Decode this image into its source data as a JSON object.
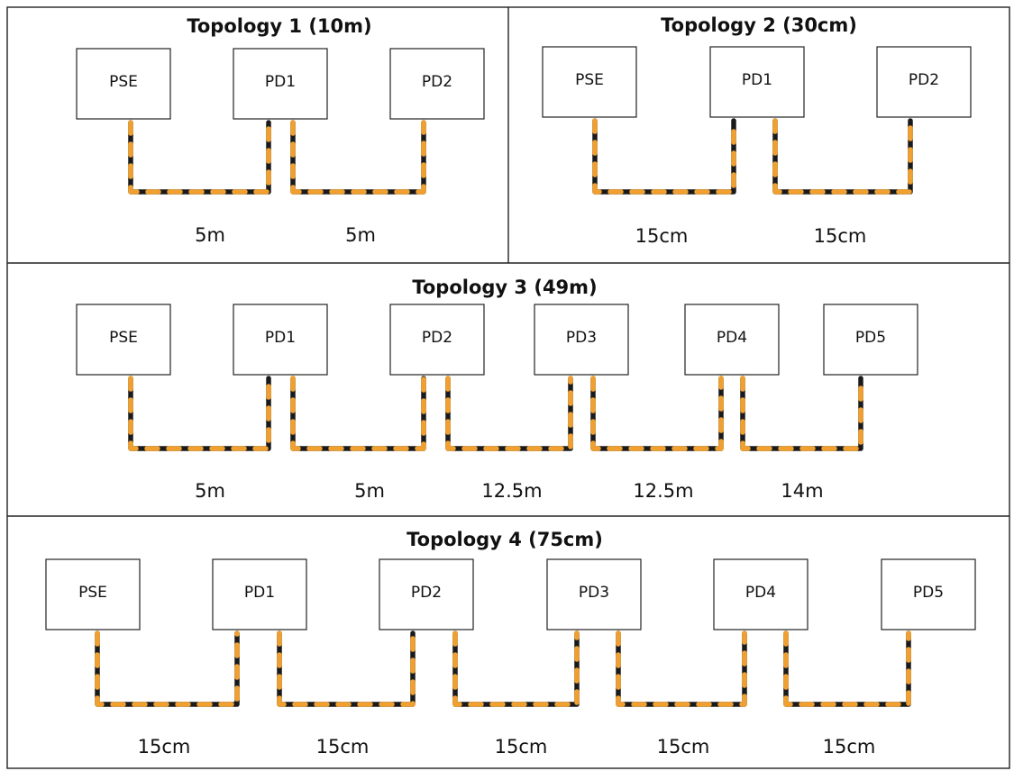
{
  "colors": {
    "wire_a": "#1a1a1a",
    "wire_b": "#f0a030",
    "border": "#222222"
  },
  "topologies": [
    {
      "id": "t1",
      "title": "Topology 1 (10m)",
      "nodes": [
        "PSE",
        "PD1",
        "PD2"
      ],
      "lengths": [
        "5m",
        "5m"
      ]
    },
    {
      "id": "t2",
      "title": "Topology 2 (30cm)",
      "nodes": [
        "PSE",
        "PD1",
        "PD2"
      ],
      "lengths": [
        "15cm",
        "15cm"
      ]
    },
    {
      "id": "t3",
      "title": "Topology 3 (49m)",
      "nodes": [
        "PSE",
        "PD1",
        "PD2",
        "PD3",
        "PD4",
        "PD5"
      ],
      "lengths": [
        "5m",
        "5m",
        "12.5m",
        "12.5m",
        "14m"
      ]
    },
    {
      "id": "t4",
      "title": "Topology 4 (75cm)",
      "nodes": [
        "PSE",
        "PD1",
        "PD2",
        "PD3",
        "PD4",
        "PD5"
      ],
      "lengths": [
        "15cm",
        "15cm",
        "15cm",
        "15cm",
        "15cm"
      ]
    }
  ]
}
